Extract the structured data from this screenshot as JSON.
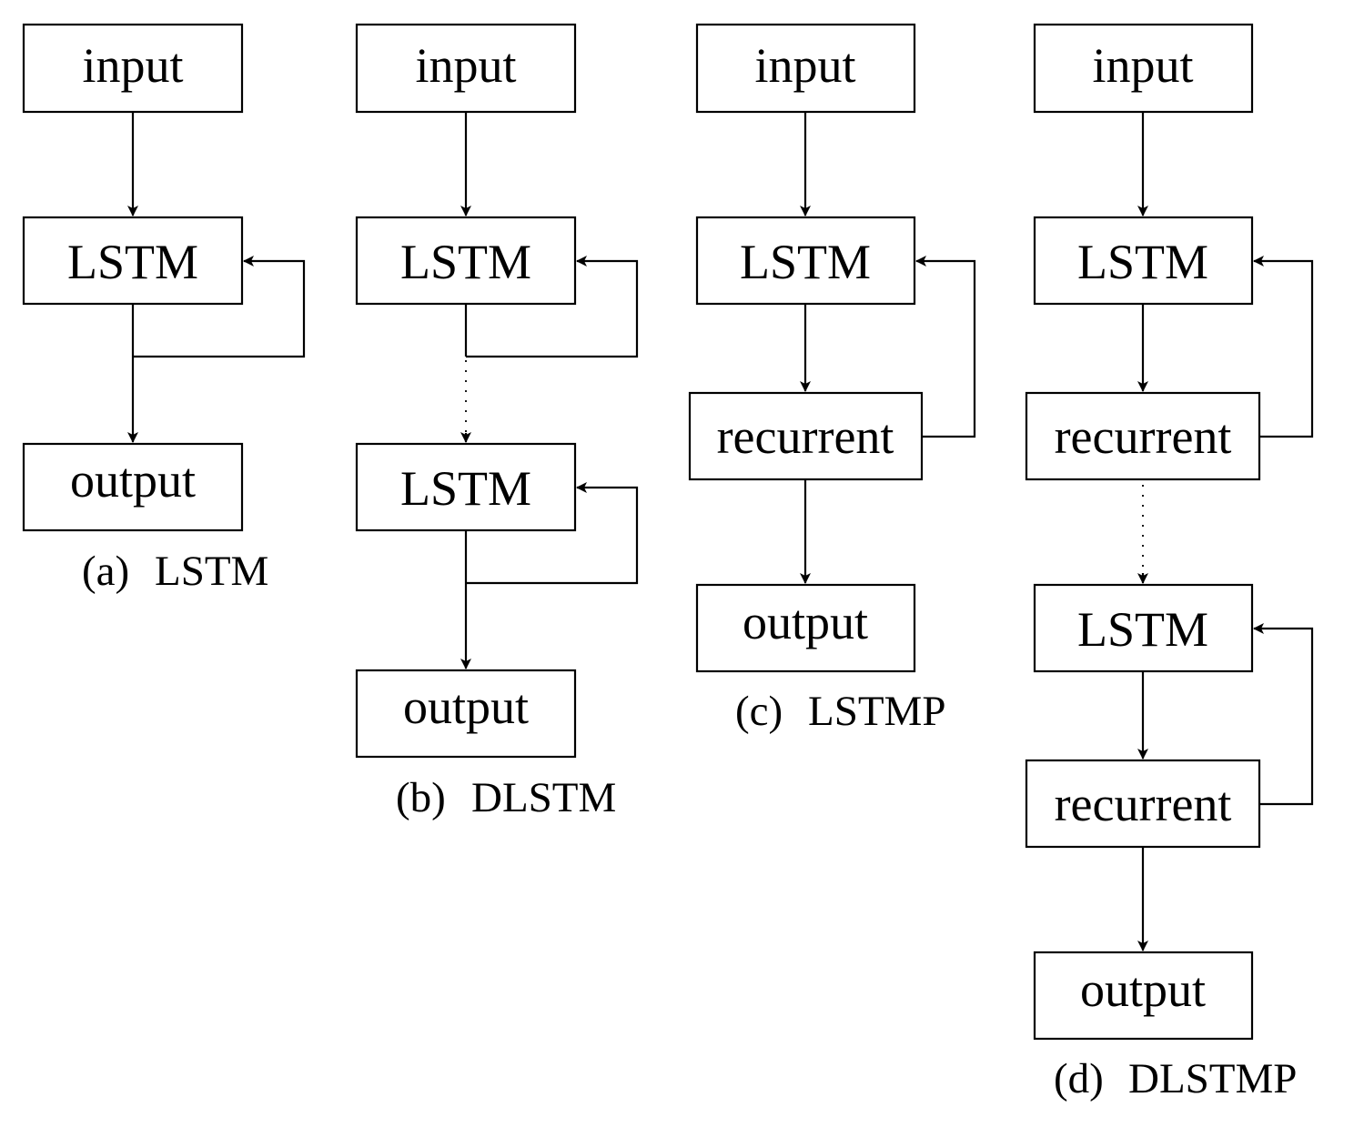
{
  "diagrams": [
    {
      "id": "a",
      "caption_letter": "(a)",
      "caption_name": "LSTM",
      "blocks": [
        "input",
        "LSTM",
        "output"
      ]
    },
    {
      "id": "b",
      "caption_letter": "(b)",
      "caption_name": "DLSTM",
      "blocks": [
        "input",
        "LSTM",
        "LSTM",
        "output"
      ]
    },
    {
      "id": "c",
      "caption_letter": "(c)",
      "caption_name": "LSTMP",
      "blocks": [
        "input",
        "LSTM",
        "recurrent",
        "output"
      ]
    },
    {
      "id": "d",
      "caption_letter": "(d)",
      "caption_name": "DLSTMP",
      "blocks": [
        "input",
        "LSTM",
        "recurrent",
        "LSTM",
        "recurrent",
        "output"
      ]
    }
  ]
}
